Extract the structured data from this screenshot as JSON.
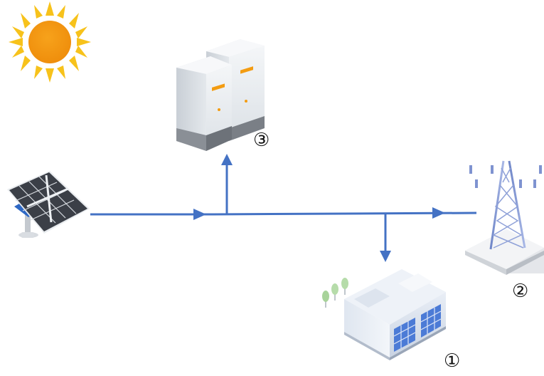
{
  "markers": {
    "storage": "③",
    "grid": "②",
    "load": "①"
  },
  "colors": {
    "flow_line": "#4472c4",
    "sun": "#f39c12",
    "sun_rays": "#f7c21b"
  },
  "icons": [
    "sun-icon",
    "solar-panel-icon",
    "battery-cabinet-icon",
    "transmission-tower-icon",
    "factory-building-icon"
  ]
}
